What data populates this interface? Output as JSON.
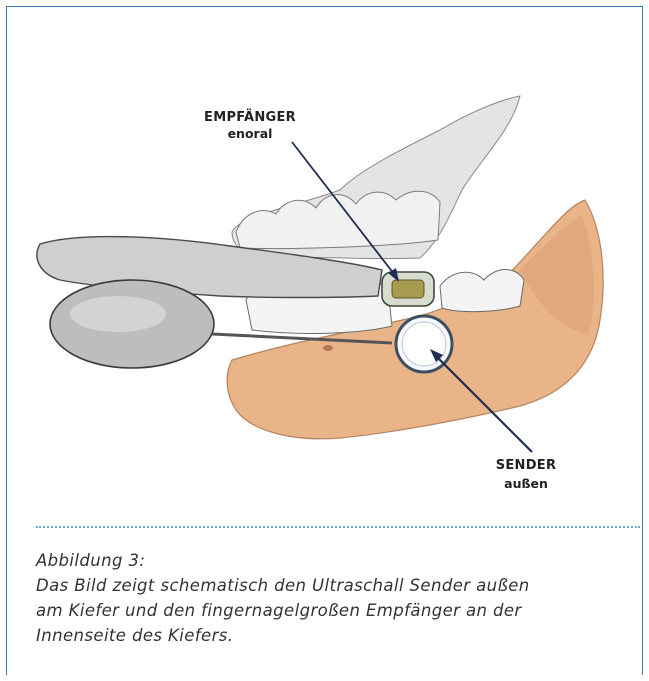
{
  "labels": {
    "receiver_title": "EMPFÄNGER",
    "receiver_sub": "enoral",
    "sender_title": "SENDER",
    "sender_sub": "außen"
  },
  "caption": {
    "heading": "Abbildung 3:",
    "lines": [
      "Das Bild zeigt schematisch den Ultraschall Sender außen",
      "am Kiefer und den fingernagelgroßen Empfänger an der",
      "Innenseite des Kiefers."
    ]
  },
  "colors": {
    "frame": "#3a78b8",
    "jaw": "#e9b488",
    "arrow": "#1f2d52",
    "dots": "#6aa7d8"
  }
}
